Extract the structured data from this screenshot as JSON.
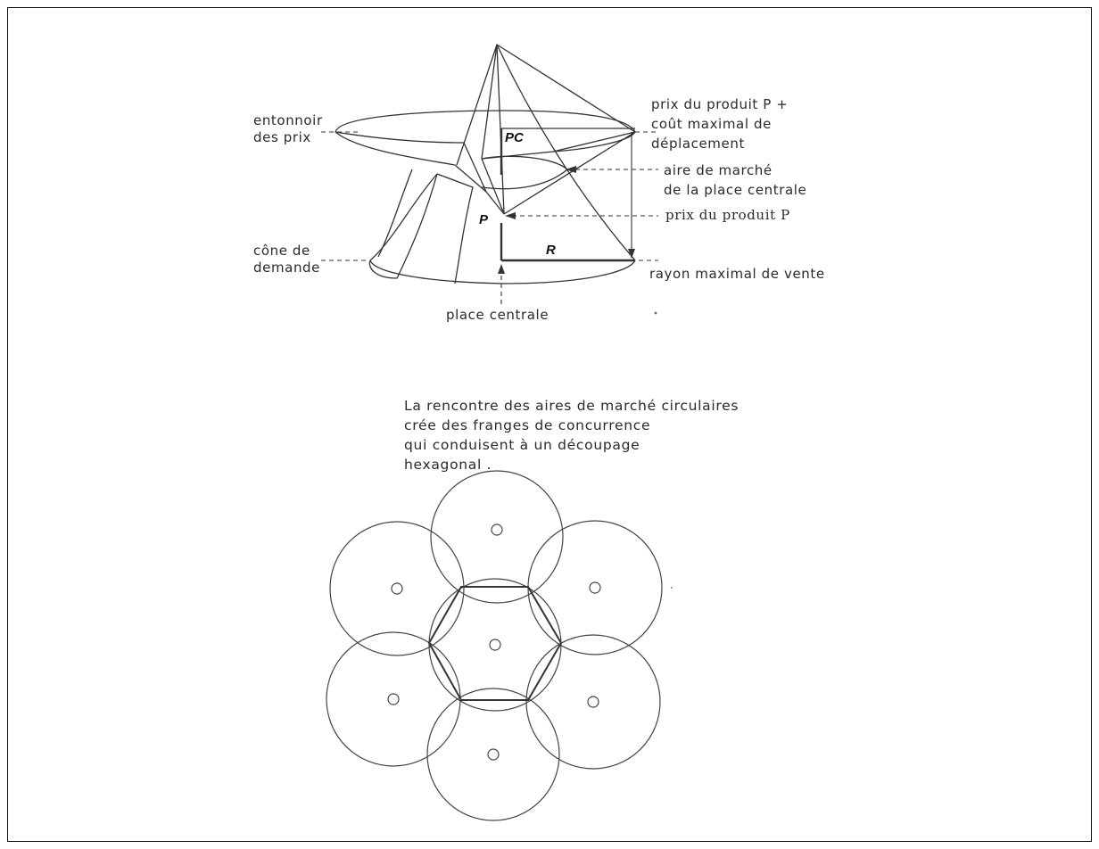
{
  "cone_figure": {
    "left_labels": {
      "funnel": [
        "entonnoir",
        "des prix"
      ],
      "demand_cone": [
        "cône de",
        "demande"
      ]
    },
    "right_labels": {
      "price_plus_cost": [
        "prix du produit P +",
        "coût maximal de",
        "déplacement"
      ],
      "market_area": [
        "aire de marché",
        "de la place centrale"
      ],
      "product_price": "prix du produit P",
      "max_radius": "rayon maximal de vente"
    },
    "bottom_label": "place centrale",
    "letters": {
      "pc": "PC",
      "p": "P",
      "r": "R"
    }
  },
  "hex_figure": {
    "caption": [
      "La rencontre des aires de marché circulaires",
      "crée des franges de concurrence",
      "qui conduisent à un découpage",
      "hexagonal ."
    ]
  }
}
